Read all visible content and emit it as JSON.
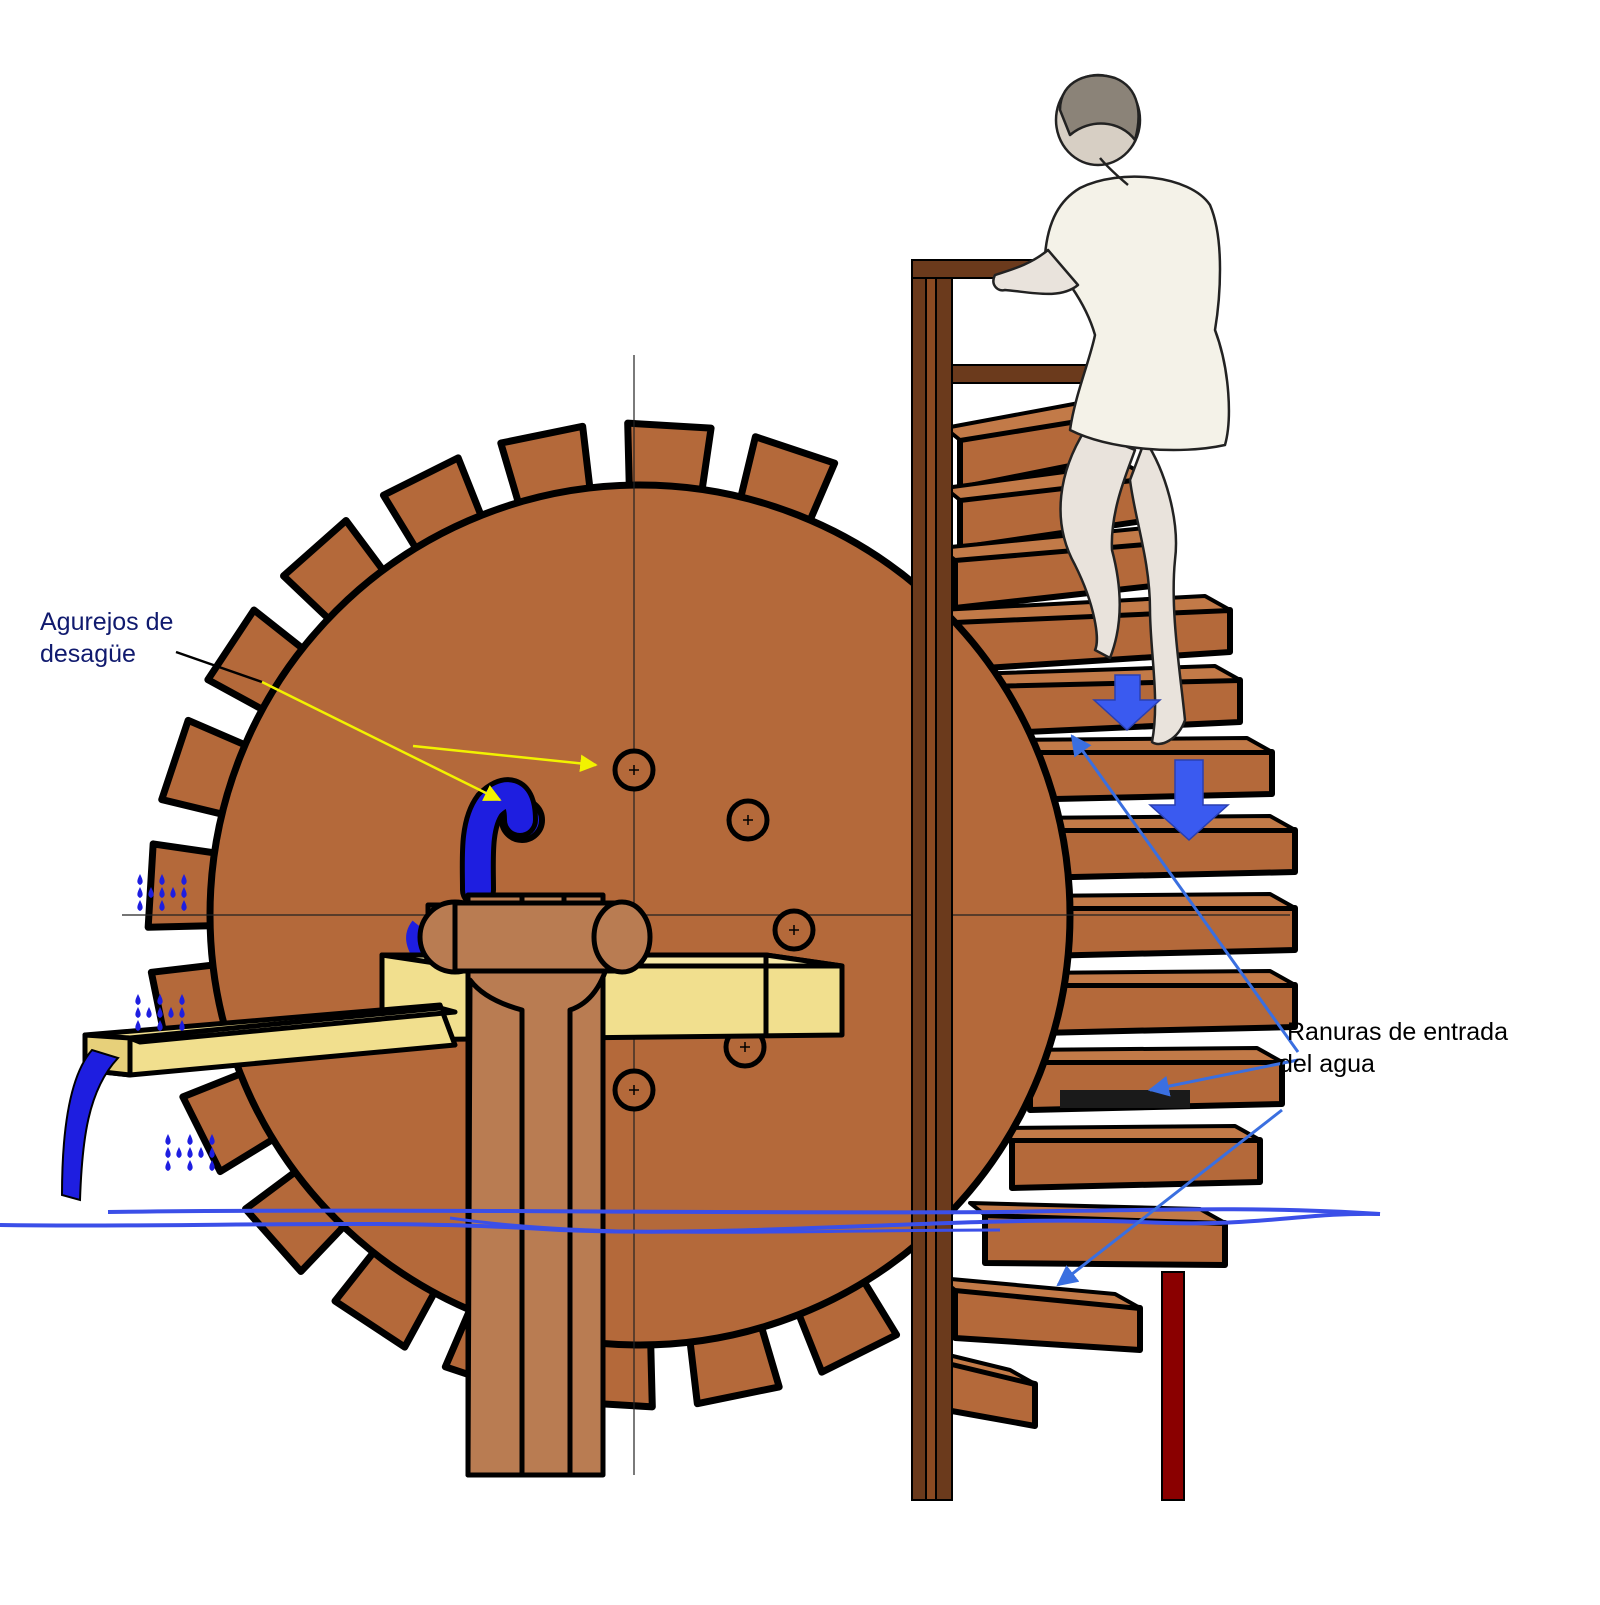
{
  "labels": {
    "drain_holes": {
      "line1": "Agurejos de",
      "line2": "desagüe"
    },
    "water_inlets": {
      "line1": "Ranuras de entrada",
      "line2": "del agua"
    }
  },
  "colors": {
    "wheel": "#b4693a",
    "outline": "#000000",
    "trough": "#f1df8e",
    "post": "#6b3a1c",
    "post_light": "#8a4a22",
    "support": "#b97c52",
    "water": "#1e1ee0",
    "water_line": "#3b4fe8",
    "arrow_blue": "#3a6fe0",
    "arrow_yellow": "#f2f200",
    "drain_text": "#101a6e",
    "tunic": "#f4f2e8",
    "skin": "#e9e3dc",
    "red_pole": "#8a0000"
  },
  "icons": {
    "drain_arrows": "yellow-arrow-icon",
    "inlet_arrows": "blue-arrow-icon",
    "flow_arrows": "blue-down-arrow-icon",
    "drips": "water-drop-icon"
  }
}
